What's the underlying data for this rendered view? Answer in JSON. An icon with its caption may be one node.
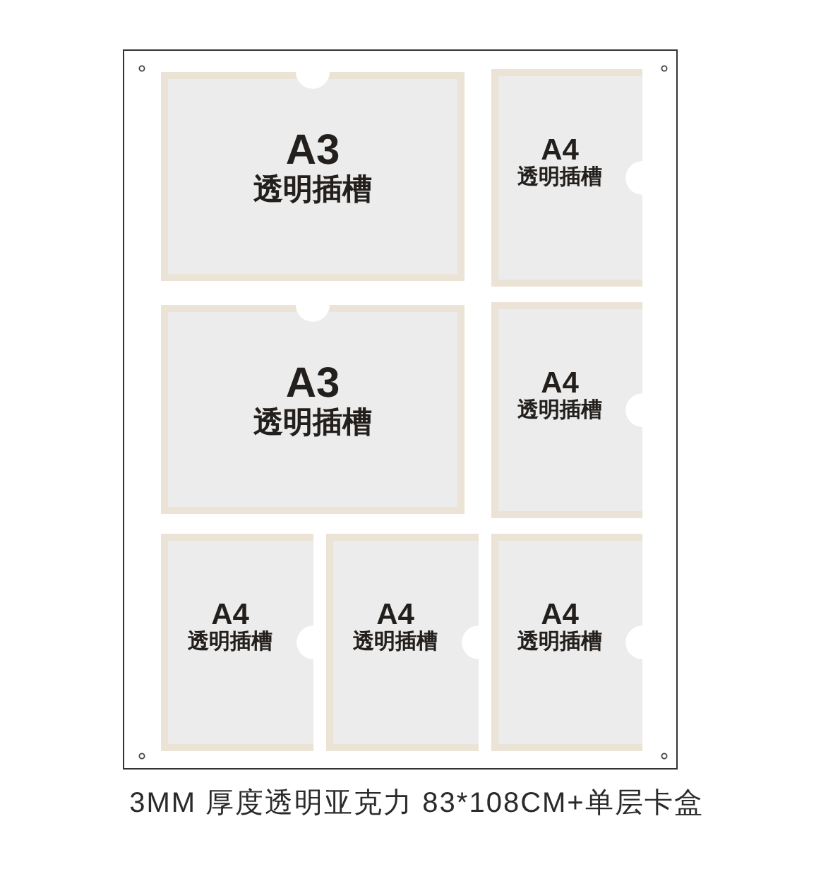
{
  "diagram": {
    "caption": "3MM 厚度透明亚克力 83*108CM+单层卡盒",
    "nodes": [
      {
        "text": [],
        "shape": "box"
      },
      {
        "text": [
          "A3",
          "透明插槽"
        ],
        "in": 0
      },
      {
        "text": [
          "A4",
          "透明插槽"
        ],
        "in": 0
      },
      {
        "text": [
          "A3",
          "透明插槽"
        ],
        "in": 0
      },
      {
        "text": [
          "A4",
          "透明插槽"
        ],
        "in": 0
      },
      {
        "text": [
          "A4",
          "透明插槽"
        ],
        "in": 0
      },
      {
        "text": [
          "A4",
          "透明插槽"
        ],
        "in": 0
      },
      {
        "text": [
          "A4",
          "透明插槽"
        ],
        "in": 0
      }
    ]
  }
}
